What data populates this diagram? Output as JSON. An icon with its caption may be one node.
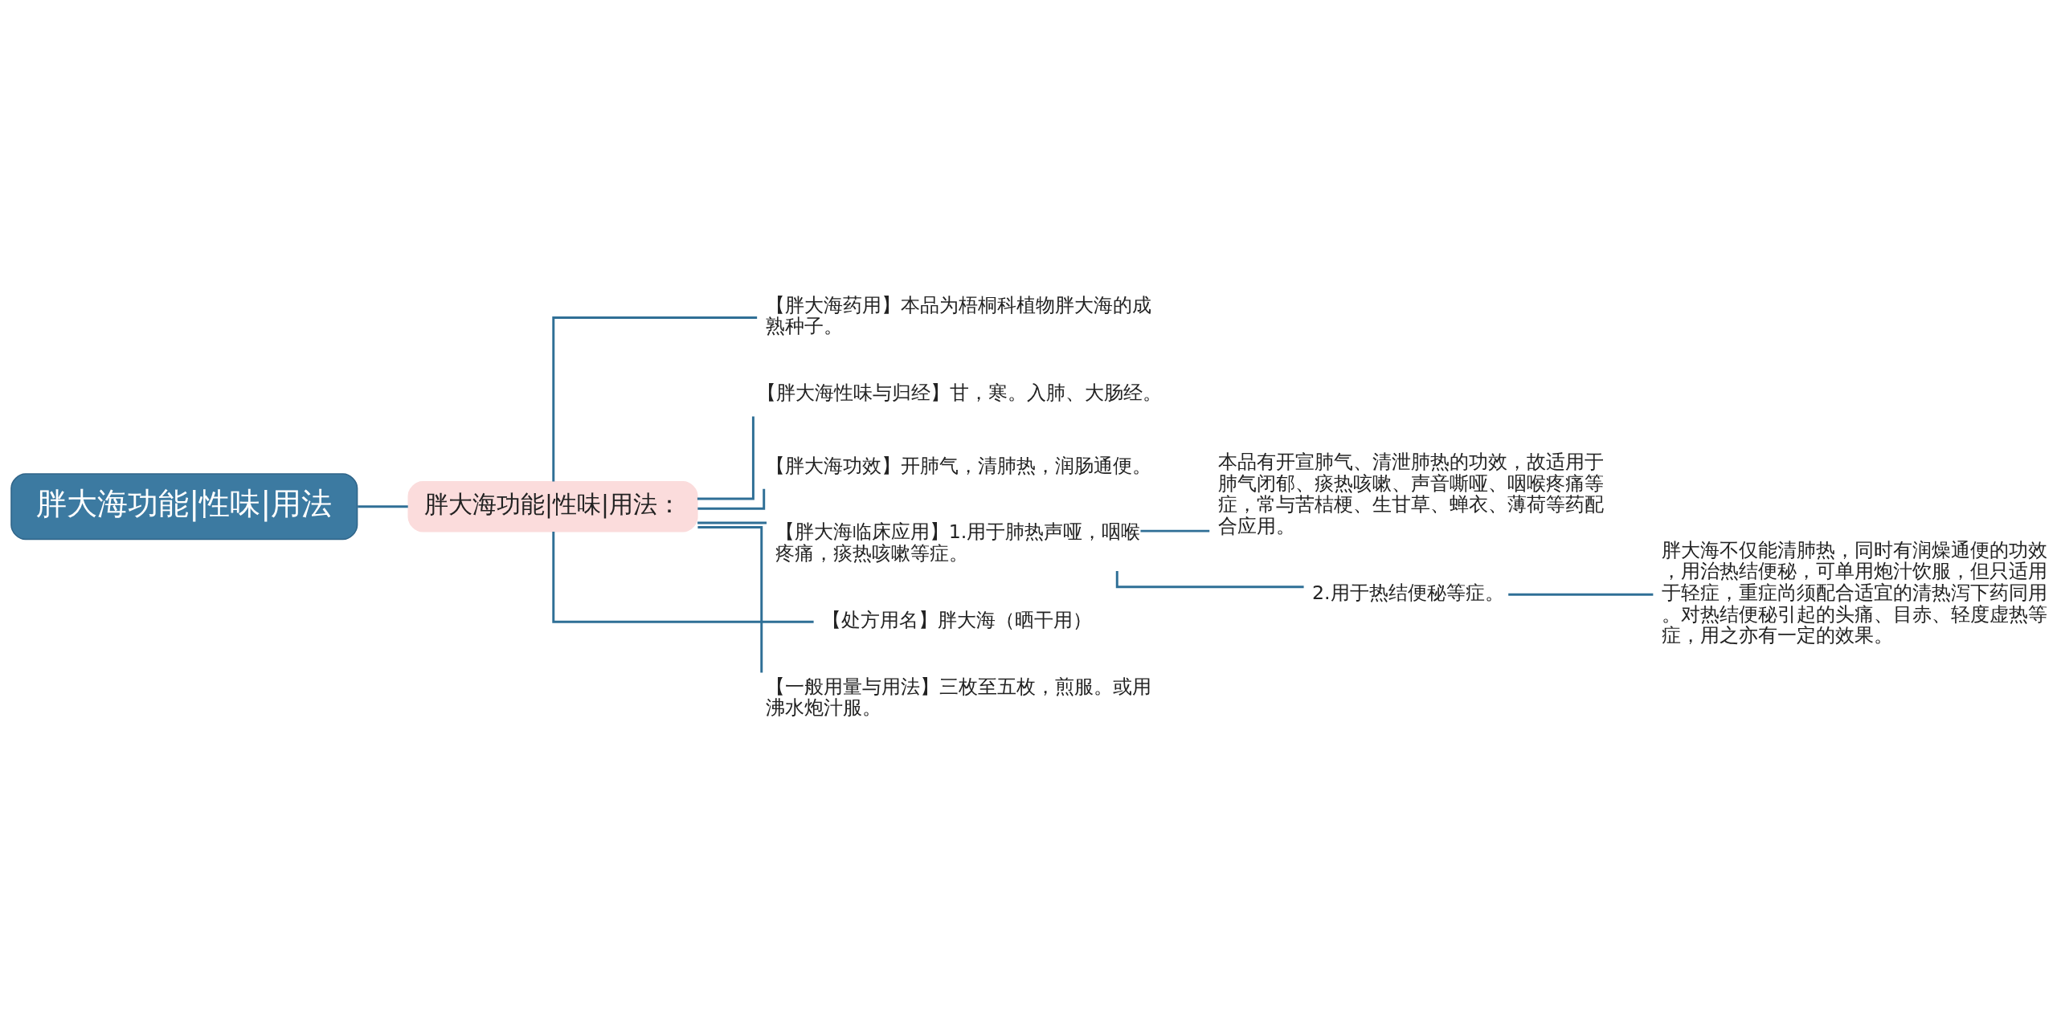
{
  "diagram": {
    "nodes": [
      {
        "text": [
          "胖大海功能|性味|用法"
        ]
      },
      {
        "text": [
          "胖大海功能|性味|用法："
        ]
      },
      {
        "text": [
          "【胖大海药用】本品为梧桐科植物胖大海的成熟种子。"
        ]
      },
      {
        "text": [
          "【胖大海性味与归经】甘，寒。入肺、大肠经。"
        ]
      },
      {
        "text": [
          "【胖大海功效】开肺气，清肺热，润肠通便。"
        ]
      },
      {
        "text": [
          "【胖大海临床应用】1.用于肺热声哑，咽喉疼痛，痰热咳嗽等症。"
        ]
      },
      {
        "text": [
          "本品有开宣肺气、清泄肺热的功效，故适用于肺气闭郁、痰热咳嗽、声音嘶哑、咽喉疼痛等症，常与苦桔梗、生甘草、蝉衣、薄荷等药配合应用。"
        ]
      },
      {
        "text": [
          "2.用于热结便秘等症。"
        ]
      },
      {
        "text": [
          "胖大海不仅能清肺热，同时有润燥通便的功效，用治热结便秘，可单用炮汁饮服，但只适用于轻症，重症尚须配合适宜的清热泻下药同用。对热结便秘引起的头痛、目赤、轻度虚热等症，用之亦有一定的效果。"
        ]
      },
      {
        "text": [
          "【处方用名】胖大海（晒干用）"
        ]
      },
      {
        "text": [
          "【一般用量与用法】三枚至五枚，煎服。或用沸水炮汁服。"
        ]
      }
    ],
    "edges": [
      {
        "from": 0,
        "to": 1,
        "arrow": "none"
      },
      {
        "from": 1,
        "to": 2,
        "arrow": "none"
      },
      {
        "from": 1,
        "to": 3,
        "arrow": "none"
      },
      {
        "from": 1,
        "to": 4,
        "arrow": "none"
      },
      {
        "from": 1,
        "to": 5,
        "arrow": "none"
      },
      {
        "from": 5,
        "to": 6,
        "arrow": "none"
      },
      {
        "from": 5,
        "to": 7,
        "arrow": "none"
      },
      {
        "from": 7,
        "to": 8,
        "arrow": "none"
      },
      {
        "from": 1,
        "to": 9,
        "arrow": "none"
      },
      {
        "from": 1,
        "to": 10,
        "arrow": "none"
      }
    ]
  }
}
